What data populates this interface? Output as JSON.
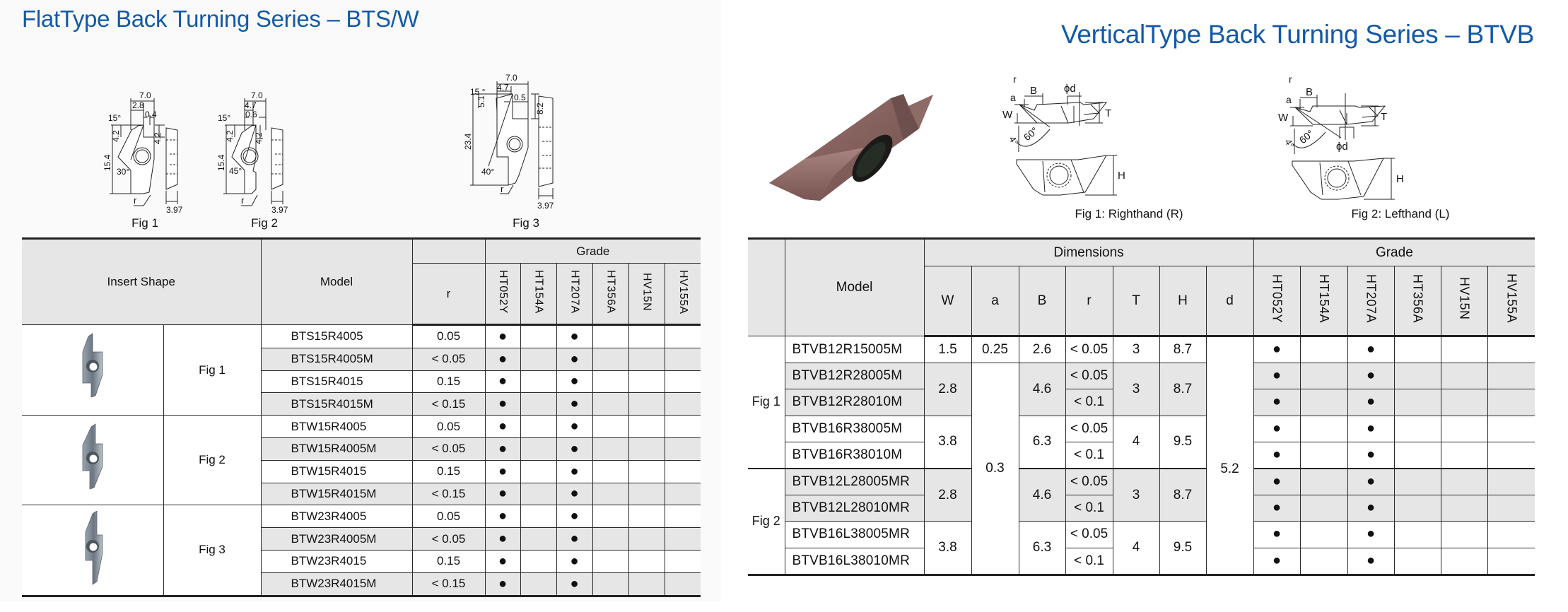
{
  "left": {
    "title": "FlatType Back Turning Series – BTS/W",
    "figures": [
      {
        "label": "Fig 1",
        "dims": {
          "width": "7.0",
          "step": "2.8",
          "tip": "0.4",
          "angle_top": "15°",
          "h_left": "4.2",
          "h_right": "4.2",
          "length": "15.4",
          "angle_side": "30°",
          "radius": "r",
          "thickness": "3.97"
        }
      },
      {
        "label": "Fig 2",
        "dims": {
          "width": "7.0",
          "step": "4.7",
          "tip": "0.6",
          "angle_top": "15°",
          "h_left": "4.2",
          "h_right": "4.2",
          "length": "15.4",
          "angle_side": "45°",
          "radius": "r",
          "thickness": "3.97"
        }
      },
      {
        "label": "Fig 3",
        "dims": {
          "width": "7.0",
          "step": "4.7",
          "tip": "0.5",
          "angle_top": "15 °",
          "h_left": "5.1",
          "h_right": "8.2",
          "length": "23.4",
          "angle_side": "40°",
          "radius": "r",
          "thickness": "3.97"
        }
      }
    ],
    "table": {
      "headers": {
        "insert_shape": "Insert Shape",
        "model": "Model",
        "r": "r",
        "grade": "Grade",
        "grades": [
          "HT052Y",
          "HT154A",
          "HT207A",
          "HT356A",
          "HV15N",
          "HV155A"
        ]
      },
      "groups": [
        {
          "fig": "Fig 1",
          "image": "insert-fig1-photo",
          "rows": [
            {
              "model": "BTS15R4005",
              "r": "0.05",
              "grades": [
                "●",
                "",
                "●",
                "",
                "",
                ""
              ]
            },
            {
              "model": "BTS15R4005M",
              "r": "< 0.05",
              "grades": [
                "●",
                "",
                "●",
                "",
                "",
                ""
              ]
            },
            {
              "model": "BTS15R4015",
              "r": "0.15",
              "grades": [
                "●",
                "",
                "●",
                "",
                "",
                ""
              ]
            },
            {
              "model": "BTS15R4015M",
              "r": "< 0.15",
              "grades": [
                "●",
                "",
                "●",
                "",
                "",
                ""
              ]
            }
          ]
        },
        {
          "fig": "Fig 2",
          "image": "insert-fig2-photo",
          "rows": [
            {
              "model": "BTW15R4005",
              "r": "0.05",
              "grades": [
                "●",
                "",
                "●",
                "",
                "",
                ""
              ]
            },
            {
              "model": "BTW15R4005M",
              "r": "< 0.05",
              "grades": [
                "●",
                "",
                "●",
                "",
                "",
                ""
              ]
            },
            {
              "model": "BTW15R4015",
              "r": "0.15",
              "grades": [
                "●",
                "",
                "●",
                "",
                "",
                ""
              ]
            },
            {
              "model": "BTW15R4015M",
              "r": "< 0.15",
              "grades": [
                "●",
                "",
                "●",
                "",
                "",
                ""
              ]
            }
          ]
        },
        {
          "fig": "Fig 3",
          "image": "insert-fig3-photo",
          "rows": [
            {
              "model": "BTW23R4005",
              "r": "0.05",
              "grades": [
                "●",
                "",
                "●",
                "",
                "",
                ""
              ]
            },
            {
              "model": "BTW23R4005M",
              "r": "< 0.05",
              "grades": [
                "●",
                "",
                "●",
                "",
                "",
                ""
              ]
            },
            {
              "model": "BTW23R4015",
              "r": "0.15",
              "grades": [
                "●",
                "",
                "●",
                "",
                "",
                ""
              ]
            },
            {
              "model": "BTW23R4015M",
              "r": "< 0.15",
              "grades": [
                "●",
                "",
                "●",
                "",
                "",
                ""
              ]
            }
          ]
        }
      ]
    }
  },
  "right": {
    "title": "VerticalType Back Turning Series – BTVB",
    "figures": [
      {
        "label": "Fig 1: Righthand (R)",
        "dims": {
          "r": "r",
          "a": "a",
          "B": "B",
          "d": "ϕd",
          "W": "W",
          "T": "T",
          "H": "H",
          "angle_small": "4°",
          "angle_large": "60°"
        }
      },
      {
        "label": "Fig 2: Lefthand (L)",
        "dims": {
          "r": "r",
          "a": "a",
          "B": "B",
          "d": "ϕd",
          "W": "W",
          "T": "T",
          "H": "H",
          "angle_small": "4°",
          "angle_large": "60°"
        }
      }
    ],
    "table": {
      "headers": {
        "model": "Model",
        "dimensions": "Dimensions",
        "dims": [
          "W",
          "a",
          "B",
          "r",
          "T",
          "H",
          "d"
        ],
        "grade": "Grade",
        "grades": [
          "HT052Y",
          "HT154A",
          "HT207A",
          "HT356A",
          "HV15N",
          "HV155A"
        ]
      },
      "shared": {
        "a_main": "0.3",
        "d": "5.2"
      },
      "rows": [
        {
          "fig": "Fig 1",
          "model": "BTVB12R15005M",
          "W": "1.5",
          "a": "0.25",
          "B": "2.6",
          "r": "< 0.05",
          "T": "3",
          "H": "8.7",
          "grades": [
            "●",
            "",
            "●",
            "",
            "",
            ""
          ]
        },
        {
          "fig": "Fig 1",
          "model": "BTVB12R28005M",
          "W": "2.8",
          "a": "0.3",
          "B": "4.6",
          "r": "< 0.05",
          "T": "3",
          "H": "8.7",
          "grades": [
            "●",
            "",
            "●",
            "",
            "",
            ""
          ]
        },
        {
          "fig": "Fig 1",
          "model": "BTVB12R28010M",
          "W": "2.8",
          "a": "0.3",
          "B": "4.6",
          "r": "< 0.1",
          "T": "3",
          "H": "8.7",
          "grades": [
            "●",
            "",
            "●",
            "",
            "",
            ""
          ]
        },
        {
          "fig": "Fig 1",
          "model": "BTVB16R38005M",
          "W": "3.8",
          "a": "0.3",
          "B": "6.3",
          "r": "< 0.05",
          "T": "4",
          "H": "9.5",
          "grades": [
            "●",
            "",
            "●",
            "",
            "",
            ""
          ]
        },
        {
          "fig": "Fig 1",
          "model": "BTVB16R38010M",
          "W": "3.8",
          "a": "0.3",
          "B": "6.3",
          "r": "< 0.1",
          "T": "4",
          "H": "9.5",
          "grades": [
            "●",
            "",
            "●",
            "",
            "",
            ""
          ]
        },
        {
          "fig": "Fig 2",
          "model": "BTVB12L28005MR",
          "W": "2.8",
          "a": "0.3",
          "B": "4.6",
          "r": "< 0.05",
          "T": "3",
          "H": "8.7",
          "grades": [
            "●",
            "",
            "●",
            "",
            "",
            ""
          ]
        },
        {
          "fig": "Fig 2",
          "model": "BTVB12L28010MR",
          "W": "2.8",
          "a": "0.3",
          "B": "4.6",
          "r": "< 0.1",
          "T": "3",
          "H": "8.7",
          "grades": [
            "●",
            "",
            "●",
            "",
            "",
            ""
          ]
        },
        {
          "fig": "Fig 2",
          "model": "BTVB16L38005MR",
          "W": "3.8",
          "a": "0.3",
          "B": "6.3",
          "r": "< 0.05",
          "T": "4",
          "H": "9.5",
          "grades": [
            "●",
            "",
            "●",
            "",
            "",
            ""
          ]
        },
        {
          "fig": "Fig 2",
          "model": "BTVB16L38010MR",
          "W": "3.8",
          "a": "0.3",
          "B": "6.3",
          "r": "< 0.1",
          "T": "4",
          "H": "9.5",
          "grades": [
            "●",
            "",
            "●",
            "",
            "",
            ""
          ]
        }
      ]
    }
  },
  "colors": {
    "title_blue": "#1359a8",
    "header_gray": "#e6e6e6",
    "row_gray": "#e6e6e6",
    "rule": "#222222",
    "insert_steel": "#7d8794",
    "insert_coating": "#8a625c"
  }
}
